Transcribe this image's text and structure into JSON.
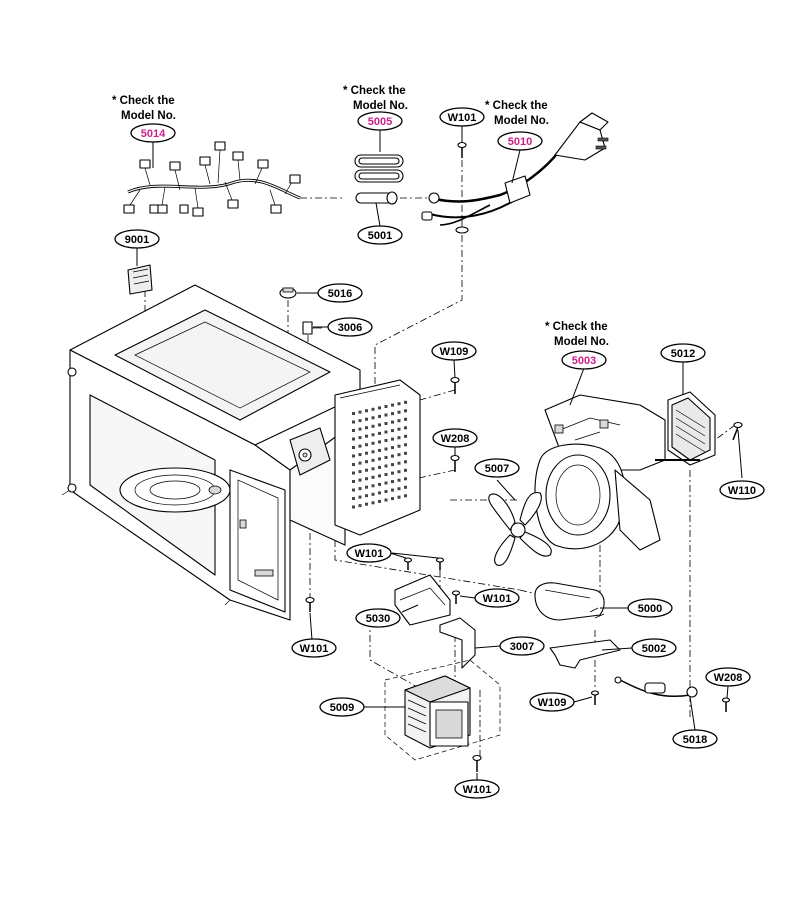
{
  "colors": {
    "highlight_label": "#cc1f8a",
    "ink": "#000000",
    "background": "#ffffff"
  },
  "notes": [
    {
      "id": "5014",
      "line1": "* Check the",
      "line2": "Model No."
    },
    {
      "id": "5005",
      "line1": "* Check the",
      "line2": "Model No."
    },
    {
      "id": "5010",
      "line1": "* Check the",
      "line2": "Model No."
    },
    {
      "id": "5003",
      "line1": "* Check the",
      "line2": "Model No."
    }
  ],
  "callouts": [
    {
      "id": "c5014",
      "text": "5014",
      "highlight": true
    },
    {
      "id": "c5005",
      "text": "5005",
      "highlight": true
    },
    {
      "id": "c5010",
      "text": "5010",
      "highlight": true
    },
    {
      "id": "c5003",
      "text": "5003",
      "highlight": true
    },
    {
      "id": "cW101a",
      "text": "W101",
      "highlight": false
    },
    {
      "id": "c5001",
      "text": "5001",
      "highlight": false
    },
    {
      "id": "c9001",
      "text": "9001",
      "highlight": false
    },
    {
      "id": "c5016",
      "text": "5016",
      "highlight": false
    },
    {
      "id": "c3006",
      "text": "3006",
      "highlight": false
    },
    {
      "id": "cW109a",
      "text": "W109",
      "highlight": false
    },
    {
      "id": "c5012",
      "text": "5012",
      "highlight": false
    },
    {
      "id": "cW208a",
      "text": "W208",
      "highlight": false
    },
    {
      "id": "c5007",
      "text": "5007",
      "highlight": false
    },
    {
      "id": "cW110",
      "text": "W110",
      "highlight": false
    },
    {
      "id": "cW101b",
      "text": "W101",
      "highlight": false
    },
    {
      "id": "c5000",
      "text": "5000",
      "highlight": false
    },
    {
      "id": "cW101c",
      "text": "W101",
      "highlight": false
    },
    {
      "id": "c5030",
      "text": "5030",
      "highlight": false
    },
    {
      "id": "cW101d",
      "text": "W101",
      "highlight": false
    },
    {
      "id": "c3007",
      "text": "3007",
      "highlight": false
    },
    {
      "id": "c5002",
      "text": "5002",
      "highlight": false
    },
    {
      "id": "cW208b",
      "text": "W208",
      "highlight": false
    },
    {
      "id": "c5009",
      "text": "5009",
      "highlight": false
    },
    {
      "id": "cW109b",
      "text": "W109",
      "highlight": false
    },
    {
      "id": "c5018",
      "text": "5018",
      "highlight": false
    },
    {
      "id": "cW101e",
      "text": "W101",
      "highlight": false
    }
  ]
}
